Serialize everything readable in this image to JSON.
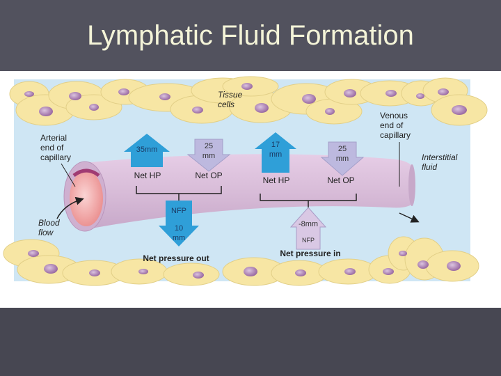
{
  "slide": {
    "title": "Lymphatic Fluid Formation"
  },
  "labels": {
    "tissue_cells": [
      "Tissue",
      "cells"
    ],
    "arterial_end": [
      "Arterial",
      "end of",
      "capillary"
    ],
    "venous_end": [
      "Venous",
      "end of",
      "capillary"
    ],
    "interstitial": [
      "Interstitial",
      "fluid"
    ],
    "blood_flow": [
      "Blood",
      "flow"
    ],
    "net_pressure_out": "Net pressure out",
    "net_pressure_in": "Net pressure in"
  },
  "arterial": {
    "hp_value": "35mm",
    "hp_label": "Net HP",
    "op_value": [
      "25",
      "mm"
    ],
    "op_label": "Net OP",
    "nfp_label": "NFP",
    "nfp_value": [
      "10",
      "mm"
    ]
  },
  "venous": {
    "hp_value": [
      "17",
      "mm"
    ],
    "hp_label": "Net HP",
    "op_value": [
      "25",
      "mm"
    ],
    "op_label": "Net OP",
    "nfp_value": "-8mm",
    "nfp_label": "NFP"
  },
  "colors": {
    "header_bg": "#52525e",
    "title_text": "#f4f4d8",
    "interstitial": "#cfe6f4",
    "cell_fill": "#f7e6a4",
    "nucleus": "#a877ab",
    "capillary": "#d8bcd8",
    "hp_arrow": "#2f9fd8",
    "op_arrow": "#bdb9df",
    "nfp_arrow": "#2f9fd8",
    "lumen": "#f3a7a7"
  }
}
